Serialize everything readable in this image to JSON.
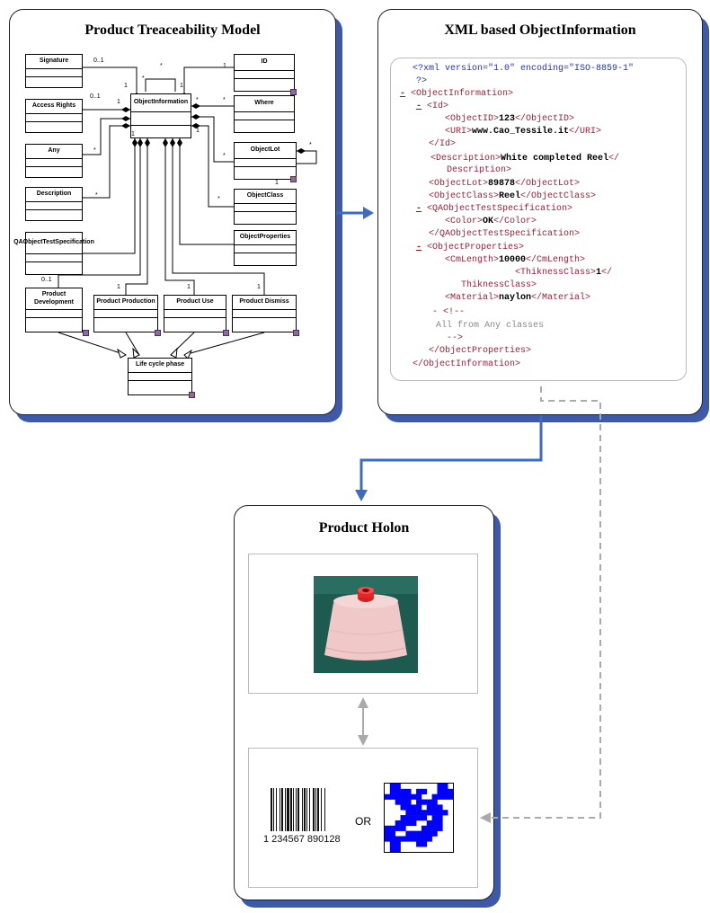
{
  "model_panel": {
    "title": "Product Treaceability Model",
    "classes": {
      "signature": "Signature",
      "access_rights": "Access Rights",
      "any": "Any",
      "description": "Description",
      "qa_spec": "QAObjectTestSpecification",
      "object_information": "ObjectInformation",
      "id": "ID",
      "where": "Where",
      "object_lot": "ObjectLot",
      "object_class": "ObjectClass",
      "object_properties": "ObjectProperties",
      "product_development": "Product Development",
      "product_production": "Product Production",
      "product_use": "Product Use",
      "product_dismiss": "Product Dismiss",
      "life_cycle_phase": "Life cycle phase"
    },
    "multiplicities": {
      "one": "1",
      "zero_one": "0..1",
      "many": "*"
    }
  },
  "xml_panel": {
    "title": "XML based ObjectInformation",
    "collapse_marker": "-",
    "lines": {
      "decl_1": "<?xml version=\"1.0\" encoding=\"ISO-8859-1\"",
      "decl_2": "?>",
      "oi_open": "<ObjectInformation>",
      "id_open": "<Id>",
      "objectid_open": "<ObjectID>",
      "objectid_val": "123",
      "objectid_close": "</ObjectID>",
      "uri_open": "<URI>",
      "uri_val": "www.Cao_Tessile.it",
      "uri_close": "</URI>",
      "id_close": "</Id>",
      "desc_open": "<Description>",
      "desc_val": "White completed Reel",
      "desc_close_a": "</",
      "desc_close_b": "Description>",
      "lot_open": "<ObjectLot>",
      "lot_val": "89878",
      "lot_close": "</ObjectLot>",
      "class_open": "<ObjectClass>",
      "class_val": "Reel",
      "class_close": "</ObjectClass>",
      "qa_open": "<QAObjectTestSpecification>",
      "color_open": "<Color>",
      "color_val": "OK",
      "color_close": "</Color>",
      "qa_close": "</QAObjectTestSpecification>",
      "props_open": "<ObjectProperties>",
      "cml_open": "<CmLength>",
      "cml_val": "10000",
      "cml_close": "</CmLength>",
      "thick_open": "<ThiknessClass>",
      "thick_val": "1",
      "thick_close_a": "</",
      "thick_close_b": "ThiknessClass>",
      "mat_open": "<Material>",
      "mat_val": "naylon",
      "mat_close": "</Material>",
      "comment_open": "- <!--",
      "comment_text": "All from Any classes",
      "comment_close": "-->",
      "props_close": "</ObjectProperties>",
      "oi_close": "</ObjectInformation>"
    }
  },
  "holon_panel": {
    "title": "Product Holon",
    "barcode_digits": "1 234567 890128",
    "or_label": "OR"
  },
  "colors": {
    "panel_shadow": "#3c5aa8",
    "arrow_blue": "#3c6bc0",
    "dashed_gray": "#aaaaaa",
    "xml_tag": "#a0203a",
    "qr_blue": "#0000ff"
  }
}
